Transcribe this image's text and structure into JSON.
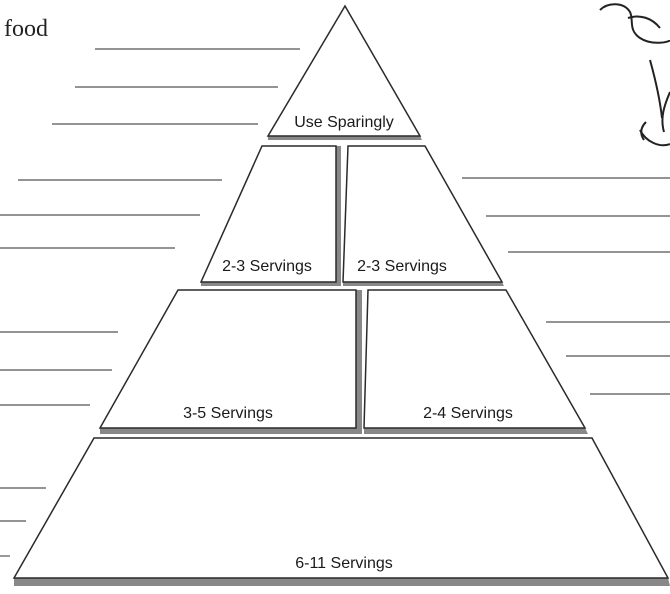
{
  "worksheet": {
    "margin_word": "food"
  },
  "pyramid": {
    "tiers": [
      {
        "name": "top",
        "labels": [
          "Use Sparingly"
        ]
      },
      {
        "name": "upper-middle",
        "labels": [
          "2-3 Servings",
          "2-3 Servings"
        ]
      },
      {
        "name": "lower-middle",
        "labels": [
          "3-5 Servings",
          "2-4 Servings"
        ]
      },
      {
        "name": "base",
        "labels": [
          "6-11 Servings"
        ]
      }
    ]
  },
  "colors": {
    "outline": "#2a2a2a",
    "shadow": "#888888",
    "writing_line": "#555555"
  }
}
